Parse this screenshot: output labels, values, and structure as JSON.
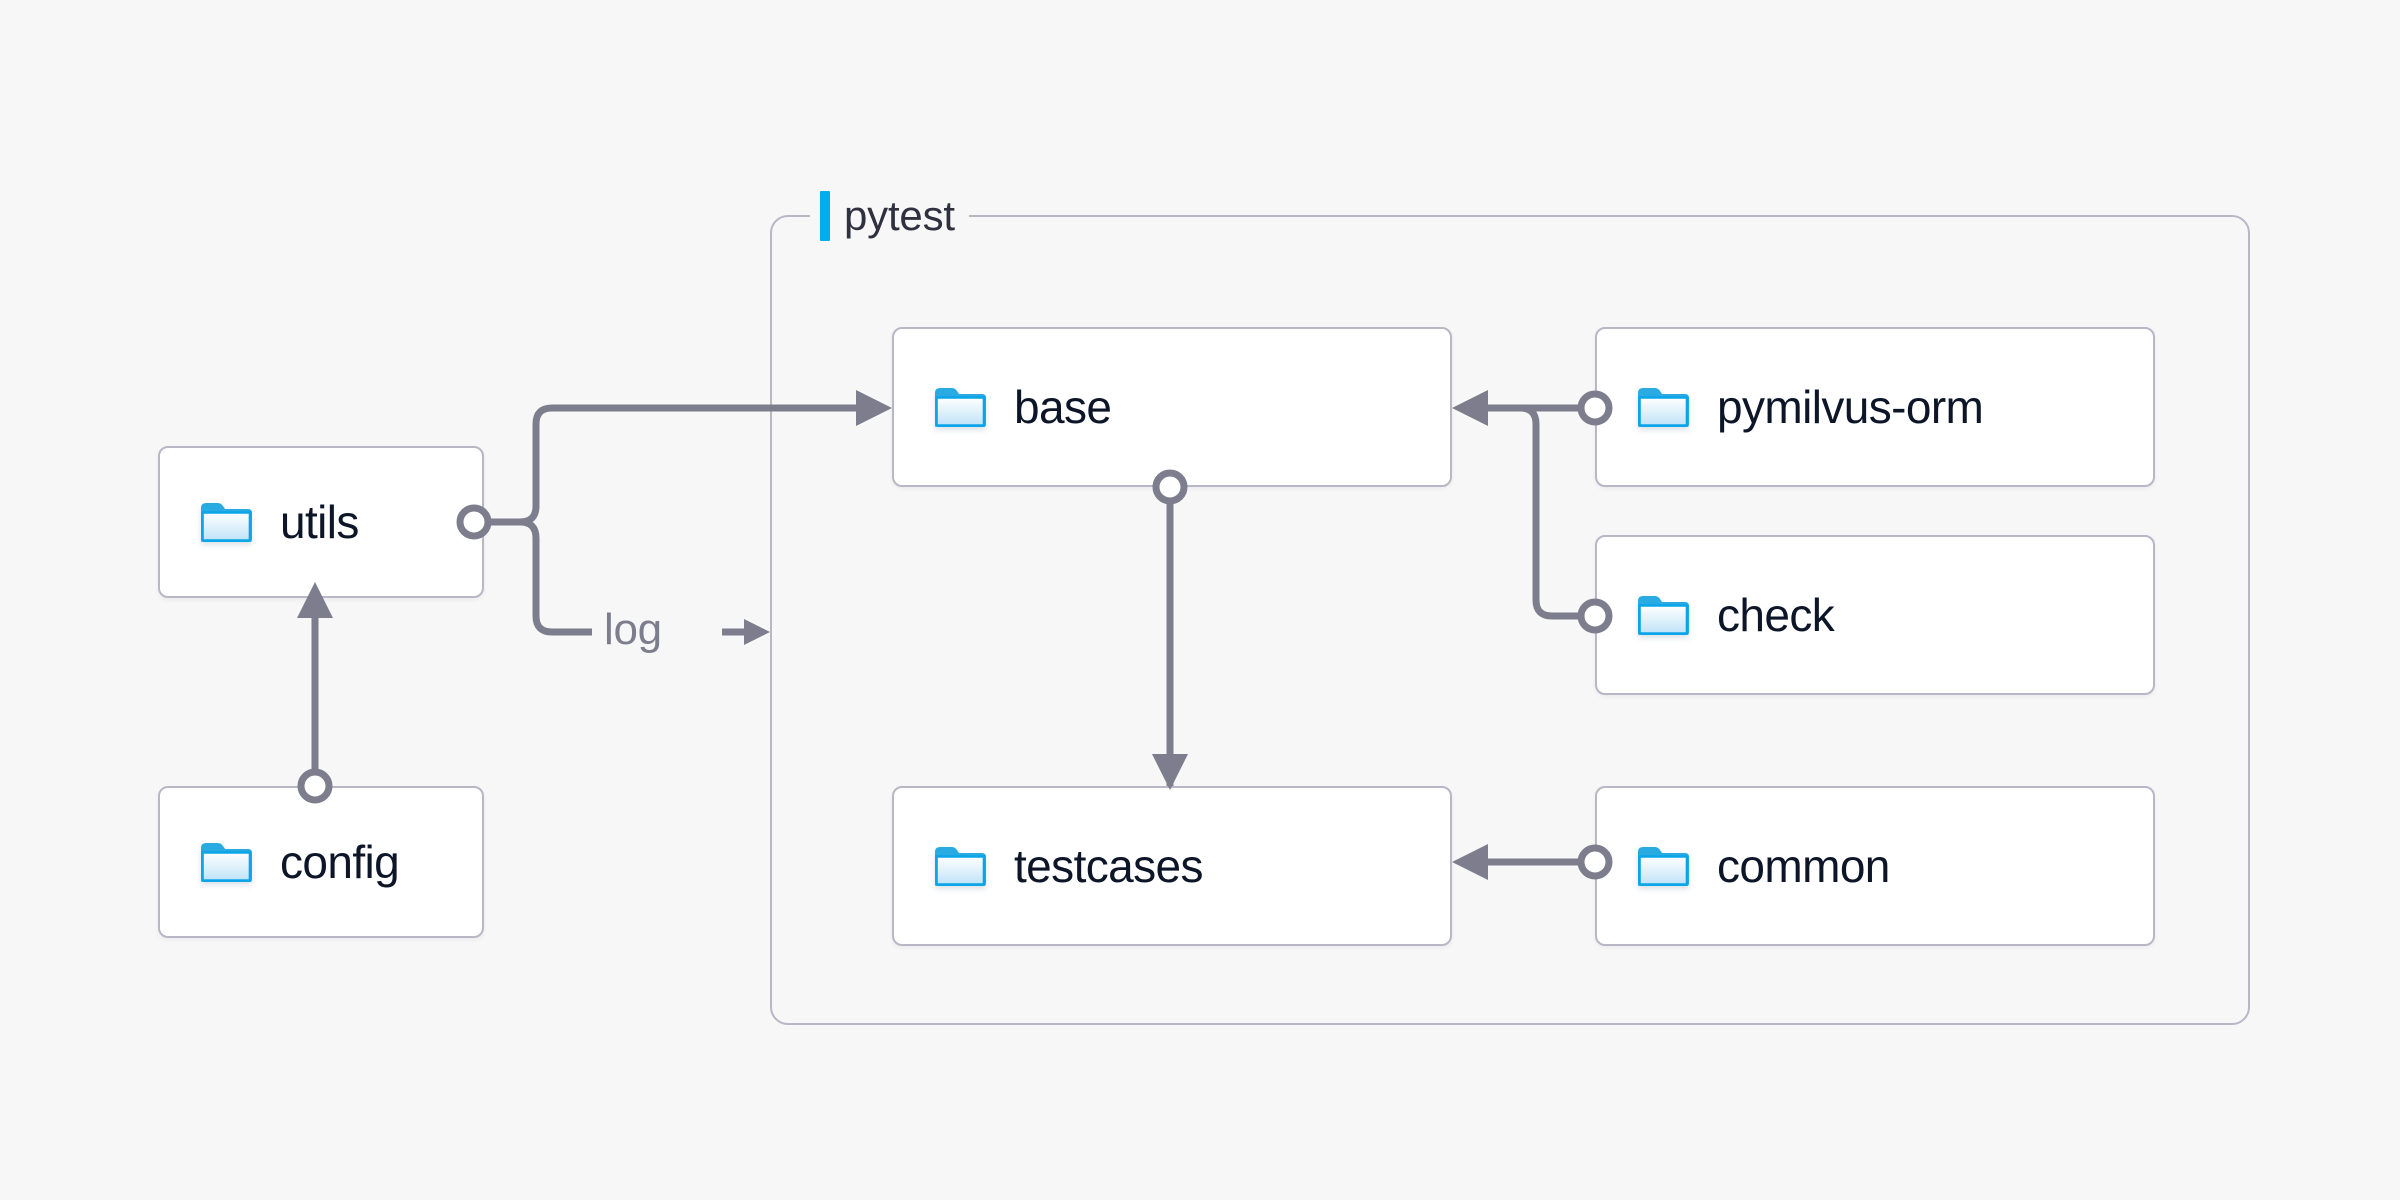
{
  "background_color": "#f7f7f7",
  "accent_color": "#00aeef",
  "node_text_color": "#0d1628",
  "edge_color": "#7d7d8d",
  "border_color": "#b9b7c6",
  "group": {
    "label": "pytest",
    "accent_name": "pytest-accent-bar"
  },
  "nodes": {
    "utils": {
      "label": "utils",
      "icon": "folder-icon"
    },
    "config": {
      "label": "config",
      "icon": "folder-icon"
    },
    "base": {
      "label": "base",
      "icon": "folder-icon"
    },
    "testcases": {
      "label": "testcases",
      "icon": "folder-icon"
    },
    "pymilvus_orm": {
      "label": "pymilvus-orm",
      "icon": "folder-icon"
    },
    "check": {
      "label": "check",
      "icon": "folder-icon"
    },
    "common": {
      "label": "common",
      "icon": "folder-icon"
    }
  },
  "edges": [
    {
      "id": "utils-to-base",
      "from": "utils",
      "to": "base",
      "label": ""
    },
    {
      "id": "utils-to-log",
      "from": "utils",
      "to": "pytest",
      "label": "log"
    },
    {
      "id": "config-to-utils",
      "from": "config",
      "to": "utils",
      "label": ""
    },
    {
      "id": "base-to-testcases",
      "from": "base",
      "to": "testcases",
      "label": ""
    },
    {
      "id": "pymilvus-orm-to-base",
      "from": "pymilvus-orm",
      "to": "base",
      "label": ""
    },
    {
      "id": "check-to-base",
      "from": "check",
      "to": "base",
      "label": ""
    },
    {
      "id": "common-to-testcases",
      "from": "common",
      "to": "testcases",
      "label": ""
    }
  ],
  "edge_labels": {
    "log": "log",
    "log_arrow": "→"
  }
}
